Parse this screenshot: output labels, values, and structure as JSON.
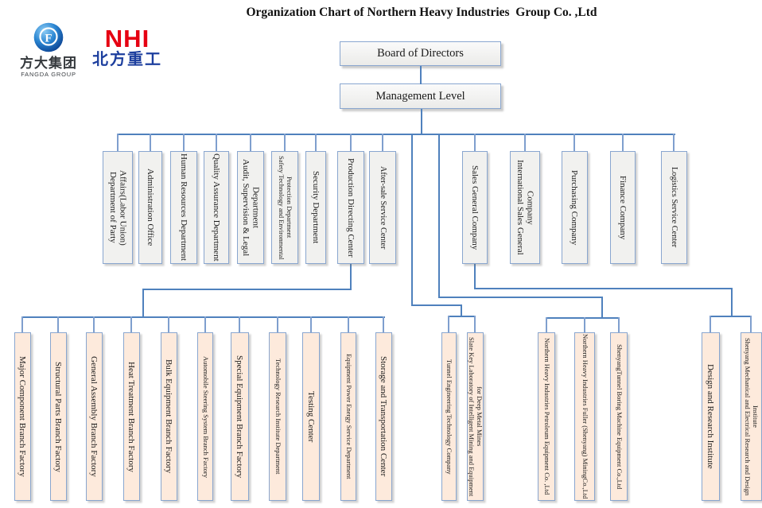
{
  "title": "Organization Chart of Northern Heavy Industries  Group Co. ,Ltd",
  "logos": {
    "fangda": {
      "symbol": "F",
      "chinese": "方大集团",
      "english": "FANGDA GROUP"
    },
    "nhi": {
      "abbr": "NHI",
      "chinese": "北方重工"
    }
  },
  "hierarchy": {
    "root": "Board of Directors",
    "level2": "Management Level"
  },
  "departments": [
    "Department of Party Affairs(Labor Union)",
    "Administration Office",
    "Human Resources Department",
    "Quality Assurance Department",
    "Audit, Supervision & Legal Department",
    "Safety Technology and Environmental Protection Department",
    "Security Department",
    "Production Directing Center",
    "After-sale Service Center",
    "Sales General Company",
    "International Sales General Company",
    "Purchasing Company",
    "Finance Company",
    "Logistics Service Center"
  ],
  "subsidiaries": [
    "Major Component Branch Factory",
    "Structural Parts Branch Factory",
    "General Assembly Branch Factory",
    "Heat Treatment Branch Factory",
    "Bulk Equipment Branch Factory",
    "Automobile Steering System Branch Factory",
    "Special Equipment Branch Factory",
    "Technology Research Institute Department",
    "Testing Center",
    "Equipment Power Energy Service Department",
    "Storage and Transportation Center",
    "Tunnel Engineering Technology Company",
    "Slate Key Laboratory of Intelligent Mining and Equipment for Deep Metal Mines",
    "Northern Heavy Industries Petroleum Equipment Co. ,Ltd",
    "Northern Heavy Industries Fuller (Shenyang) MiningCo.,Ltd",
    "ShenyangTunnel Boring Machine Equipment Co.,Ltd",
    "Design and Research Institute",
    "Shenyang Mechanical and Electrical Research and Design Institute"
  ],
  "colors": {
    "line_dark": "#4f81bd",
    "line_light": "#7f9fce",
    "box_border": "#89a6cf",
    "department_fill": "#f1f1ef",
    "subsidiary_fill": "#fdeadc",
    "nhi_red": "#e60012",
    "nhi_blue": "#1d3f9e"
  }
}
